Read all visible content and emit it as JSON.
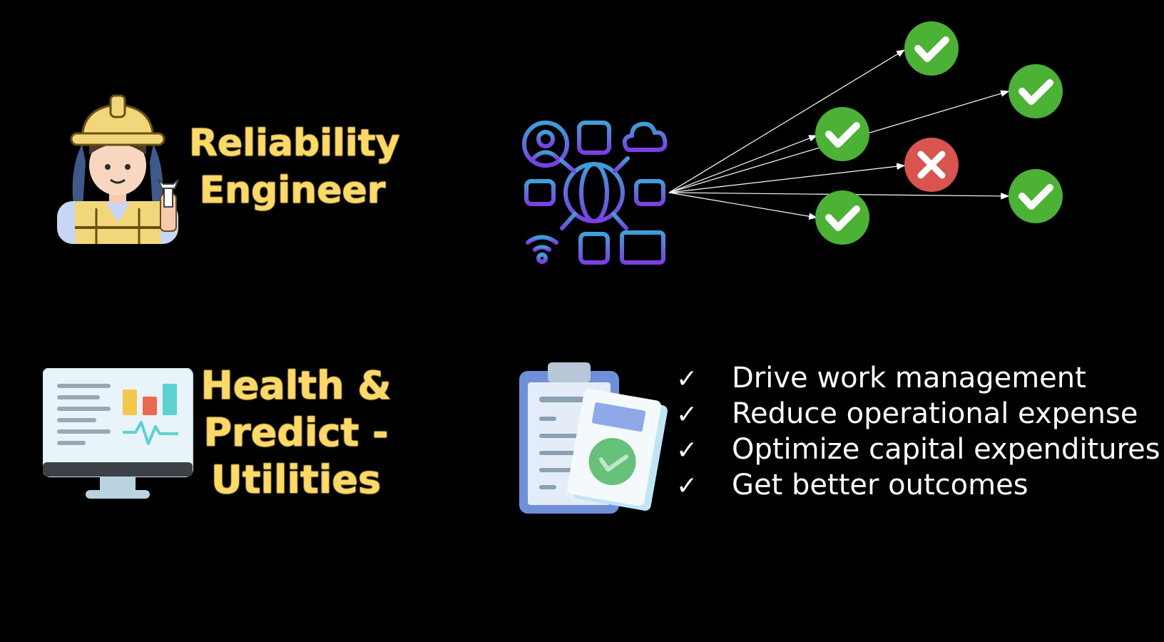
{
  "left": {
    "role": {
      "icon": "worker-icon",
      "lines": [
        "Reliability",
        "Engineer"
      ]
    },
    "product": {
      "icon": "monitor-dashboard-icon",
      "lines": [
        "Health &",
        "Predict -",
        "Utilities"
      ]
    },
    "title_color": "#FFD966"
  },
  "right": {
    "network": {
      "hub_icon": "network-globe-icon",
      "outcomes": [
        {
          "status": "ok",
          "icon": "check-circle-icon"
        },
        {
          "status": "ok",
          "icon": "check-circle-icon"
        },
        {
          "status": "ok",
          "icon": "check-circle-icon"
        },
        {
          "status": "fail",
          "icon": "x-circle-icon"
        },
        {
          "status": "ok",
          "icon": "check-circle-icon"
        },
        {
          "status": "ok",
          "icon": "check-circle-icon"
        }
      ],
      "ok_color": "#4CB235",
      "fail_color": "#D9534F"
    },
    "benefits": {
      "icon": "clipboard-report-icon",
      "tick": "✓",
      "items": [
        "Drive work management",
        "Reduce operational expense",
        "Optimize capital expenditures",
        "Get better outcomes"
      ]
    }
  }
}
